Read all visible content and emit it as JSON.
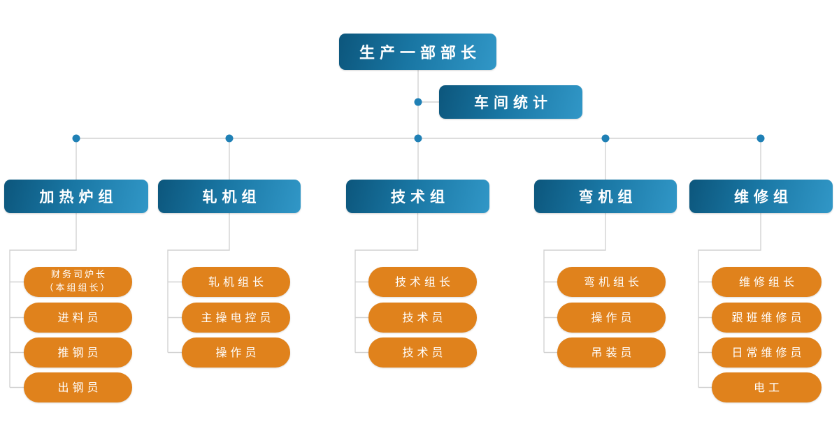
{
  "org": {
    "root": "生产一部部长",
    "aside": "车间统计",
    "groups": [
      {
        "label": "加热炉组",
        "children": [
          "财务司炉长\n（本组组长）",
          "进料员",
          "推钢员",
          "出钢员"
        ]
      },
      {
        "label": "轧机组",
        "children": [
          "轧机组长",
          "主操电控员",
          "操作员"
        ]
      },
      {
        "label": "技术组",
        "children": [
          "技术组长",
          "技术员",
          "技术员"
        ]
      },
      {
        "label": "弯机组",
        "children": [
          "弯机组长",
          "操作员",
          "吊装员"
        ]
      },
      {
        "label": "维修组",
        "children": [
          "维修组长",
          "跟班维修员",
          "日常维修员",
          "电工"
        ]
      }
    ],
    "colors": {
      "blue_gradient_start": "#0c567c",
      "blue_gradient_end": "#3197c7",
      "orange": "#e0821c",
      "connector_line": "#d2d2d2",
      "connector_dot": "#1f80b5"
    }
  }
}
